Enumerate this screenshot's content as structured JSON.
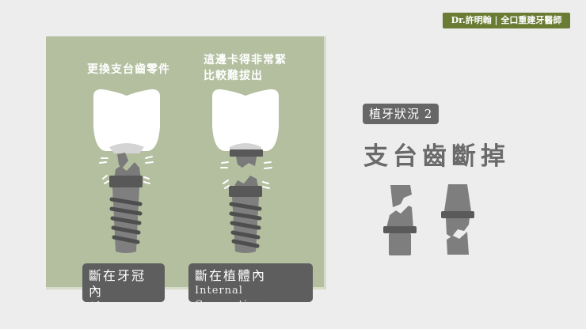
{
  "header": {
    "credit": "Dr.許明翰 | 全口重建牙醫師"
  },
  "section": {
    "tag": "植牙狀況 2",
    "title": "支台齒斷掉"
  },
  "cases": [
    {
      "note_lines": [
        "更換支台齒零件"
      ],
      "label_zh": "斷在牙冠內",
      "label_en": "Abutment"
    },
    {
      "note_lines": [
        "這邊卡得非常緊",
        "比較難拔出"
      ],
      "label_zh": "斷在植體內",
      "label_en": "Internal Connection"
    }
  ],
  "colors": {
    "panel": "#b3bf9f",
    "credit_bg": "#6a7b34",
    "label_bg": "#5e5e5e",
    "metal_dark": "#5a5a5a",
    "metal": "#808080"
  }
}
